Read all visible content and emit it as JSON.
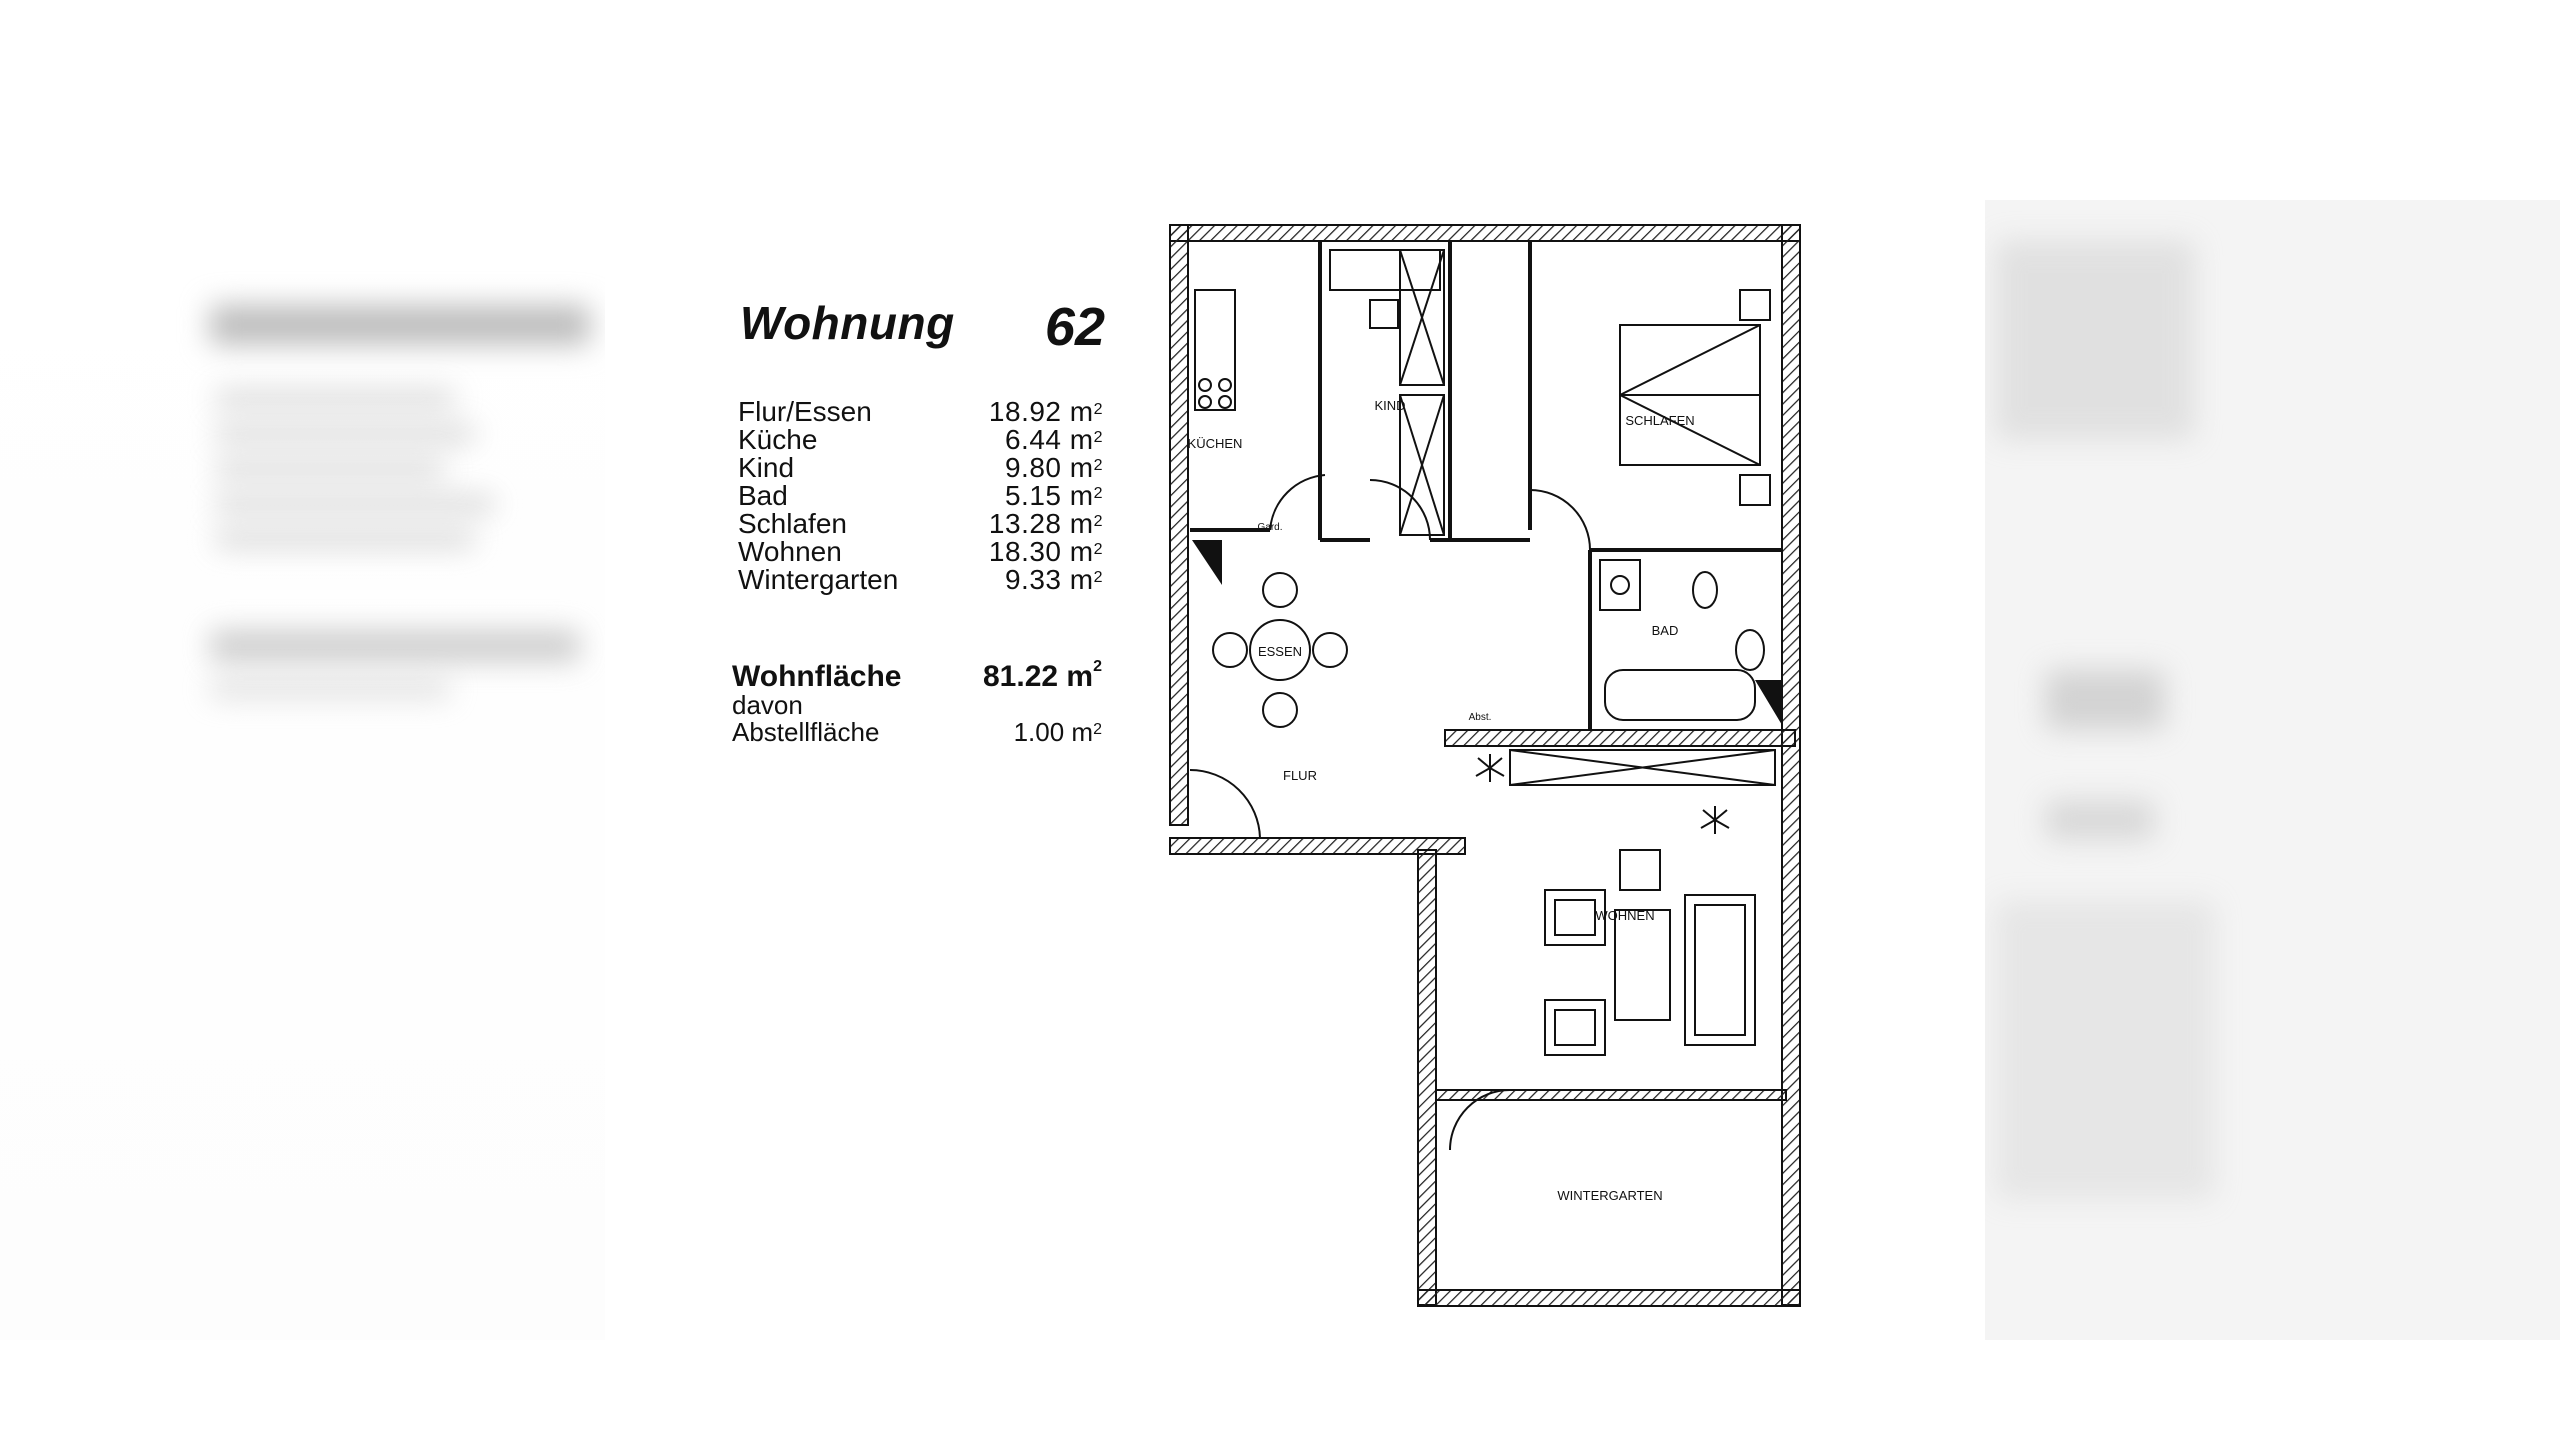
{
  "heading": {
    "title": "Wohnung",
    "unit_number": "62"
  },
  "rooms": [
    {
      "name": "Flur/Essen",
      "area": "18.92 m"
    },
    {
      "name": "Küche",
      "area": "6.44 m"
    },
    {
      "name": "Kind",
      "area": "9.80 m"
    },
    {
      "name": "Bad",
      "area": "5.15 m"
    },
    {
      "name": "Schlafen",
      "area": "13.28 m"
    },
    {
      "name": "Wohnen",
      "area": "18.30 m"
    },
    {
      "name": "Wintergarten",
      "area": "9.33 m"
    }
  ],
  "unit_suffix": "2",
  "summary": {
    "total_label": "Wohnfläche",
    "total_value": "81.22 m",
    "davon_label": "davon",
    "storage_label": "Abstellfläche",
    "storage_value": "1.00 m"
  },
  "plan_labels": {
    "kitchen": "KÜCHEN",
    "kind": "KIND",
    "schlafen": "SCHLAFEN",
    "essen": "ESSEN",
    "bad": "BAD",
    "flur": "FLUR",
    "wohnen": "WOHNEN",
    "wintergarten": "WINTERGARTEN",
    "gard": "Gard.",
    "abst": "Abst."
  }
}
